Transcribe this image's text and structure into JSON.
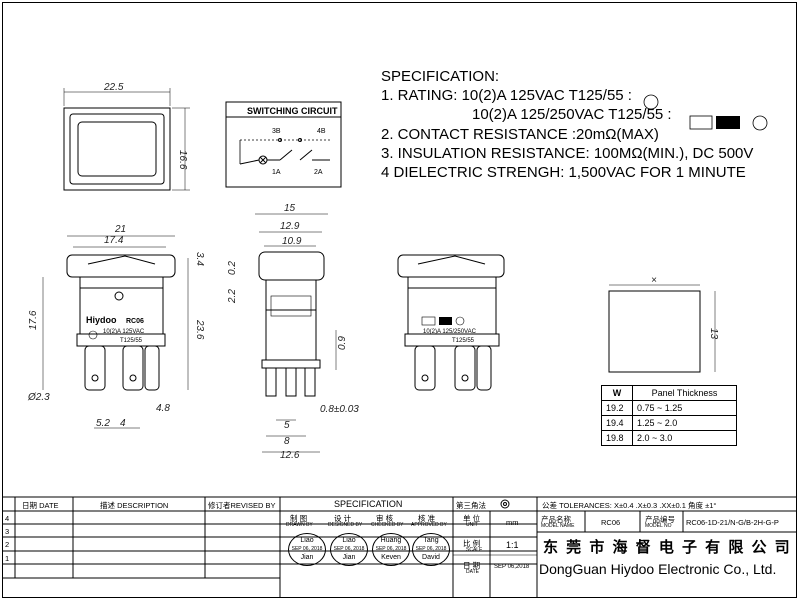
{
  "spec": {
    "heading": "SPECIFICATION:",
    "line1": "1. RATING: 10(2)A 125VAC T125/55 :",
    "line1b": "10(2)A 125/250VAC T125/55 :",
    "line2": "2. CONTACT RESISTANCE :20mΩ(MAX)",
    "line3": "3. INSULATION RESISTANCE: 100MΩ(MIN.), DC 500V",
    "line4": "4 DIELECTRIC STRENGH: 1,500VAC FOR 1 MINUTE"
  },
  "switching_circuit": {
    "title": "SWITCHING CIRCUIT",
    "t3b": "3B",
    "t4b": "4B",
    "t1a": "1A",
    "t2a": "2A"
  },
  "front_top": {
    "w": "22.5",
    "h": "16.6"
  },
  "front_view": {
    "w1": "21",
    "w2": "17.4",
    "h1": "17.6",
    "h2": "23.6",
    "h3": "3.4",
    "d1": "Ø2.3",
    "d2": "4.8",
    "d3": "5.2",
    "d4": "4",
    "brand": "Hiydoo",
    "model": "RC06",
    "rating1": "10(2)A 125VAC",
    "rating2": "T125/55"
  },
  "side_view": {
    "w1": "15",
    "w2": "12.9",
    "w3": "10.9",
    "h1": "2.2",
    "h2": "0.2",
    "h3": "0.9",
    "d1": "0.8±0.03",
    "d2": "5",
    "d3": "8",
    "d4": "12.6"
  },
  "back_view": {
    "rating1": "10(2)A 125/250VAC",
    "rating2": "T125/55"
  },
  "panel": {
    "x": "×",
    "h": "13",
    "header": [
      "W",
      "Panel Thickness"
    ],
    "rows": [
      [
        "19.2",
        "0.75 ~ 1.25"
      ],
      [
        "19.4",
        "1.25 ~ 2.0"
      ],
      [
        "19.8",
        "2.0 ~ 3.0"
      ]
    ]
  },
  "title_block": {
    "date": "日期 DATE",
    "desc": "描述 DESCRIPTION",
    "rev": "修订者REVISED BY",
    "spec": "SPECIFICATION",
    "angle": "第三角法",
    "tol": "公差 TOLERANCES: X±0.4 .X±0.3 .XX±0.1 角度 ±1°",
    "drawn": "制 图",
    "drawn_en": "DRAWN BY",
    "designed": "设 计",
    "designed_en": "DESIGNED BY",
    "checked": "审 核",
    "checked_en": "CHECKED BY",
    "approved": "核 准",
    "approved_en": "APPROVED BY",
    "unit": "单 位",
    "unit_en": "UNIT",
    "unit_val": "mm",
    "name": "产品名称",
    "name_en": "MODEL NAME",
    "name_val": "RC06",
    "no": "产品编号",
    "no_en": "MODEL NO",
    "no_val": "RC06-1D-21/N-G/B-2H-G-P",
    "scale": "比 例",
    "scale_en": "SCALE",
    "scale_val": "1:1",
    "dt": "日 期",
    "dt_en": "DATE",
    "dt_val": "SEP 06,2018",
    "rows": [
      "4",
      "3",
      "2",
      "1"
    ],
    "stamps": [
      [
        "Liao",
        "SEP 06, 2018",
        "Jian"
      ],
      [
        "Liao",
        "SEP 06, 2018",
        "Jian"
      ],
      [
        "Huang",
        "SEP 06, 2018",
        "Keven"
      ],
      [
        "Tang",
        "SEP 06, 2018",
        "David"
      ]
    ],
    "company_cn": "东 莞 市 海 督 电 子 有 限 公 司",
    "company_en": "DongGuan Hiydoo Electronic  Co., Ltd."
  }
}
